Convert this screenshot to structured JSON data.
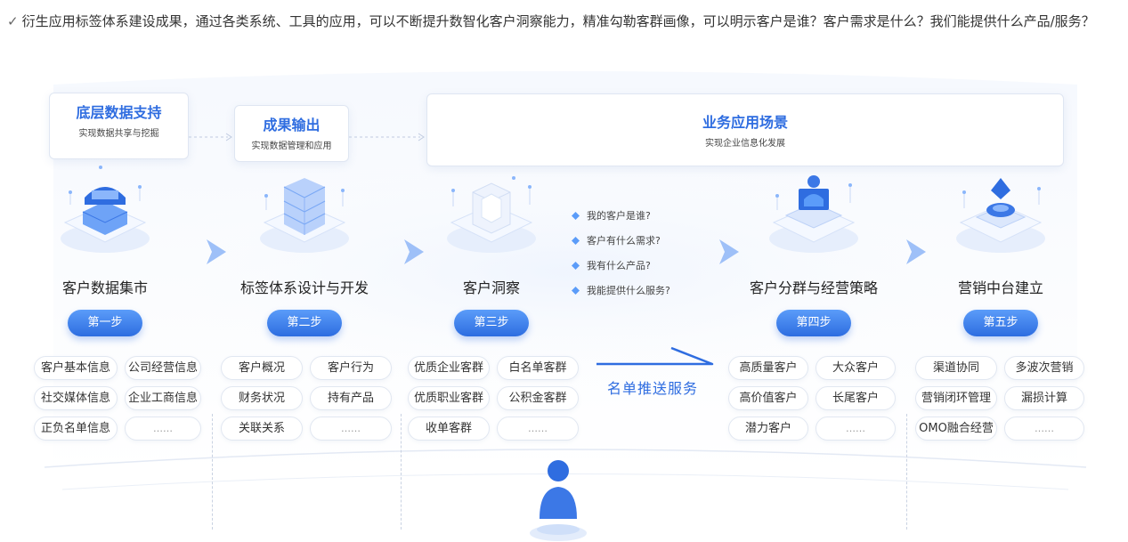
{
  "intro": {
    "check": "✓",
    "text": "衍生应用标签体系建设成果，通过各类系统、工具的应用，可以不断提升数智化客户洞察能力，精准勾勒客群画像，可以明示客户是谁？客户需求是什么？我们能提供什么产品/服务？"
  },
  "headers": [
    {
      "title": "底层数据支持",
      "subtitle": "实现数据共享与挖掘"
    },
    {
      "title": "成果输出",
      "subtitle": "实现数据管理和应用"
    },
    {
      "title": "业务应用场景",
      "subtitle": "实现企业信息化发展"
    }
  ],
  "columns": [
    {
      "name": "客户数据集市",
      "step": "第一步",
      "tags": [
        "客户基本信息",
        "公司经营信息",
        "社交媒体信息",
        "企业工商信息",
        "正负名单信息",
        "……"
      ]
    },
    {
      "name": "标签体系设计与开发",
      "step": "第二步",
      "tags": [
        "客户概况",
        "客户行为",
        "财务状况",
        "持有产品",
        "关联关系",
        "……"
      ]
    },
    {
      "name": "客户洞察",
      "step": "第三步",
      "tags": [
        "优质企业客群",
        "白名单客群",
        "优质职业客群",
        "公积金客群",
        "收单客群",
        "……"
      ]
    },
    {
      "name": "客户分群与经营策略",
      "step": "第四步",
      "tags": [
        "高质量客户",
        "大众客户",
        "高价值客户",
        "长尾客户",
        "潜力客户",
        "……"
      ]
    },
    {
      "name": "营销中台建立",
      "step": "第五步",
      "tags": [
        "渠道协同",
        "多波次营销",
        "营销闭环管理",
        "漏损计算",
        "OMO融合经营",
        "……"
      ]
    }
  ],
  "questions": [
    "我的客户是谁?",
    "客户有什么需求?",
    "我有什么产品?",
    "我能提供什么服务?"
  ],
  "push_label": "名单推送服务",
  "colors": {
    "primary": "#2f6de0",
    "light": "#5b9cf9"
  }
}
